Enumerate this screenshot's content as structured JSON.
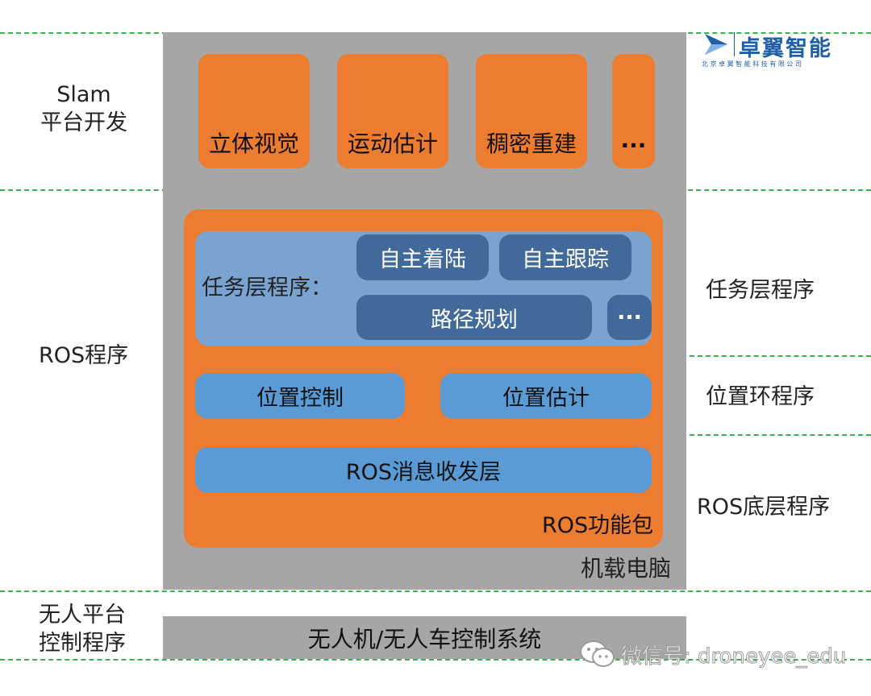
{
  "logo": {
    "name": "卓翼智能",
    "subtitle": "北 京 卓 翼 智 能 科 技 有 限 公 司"
  },
  "layers": {
    "slam": [
      "Slam",
      "平台开发"
    ],
    "ros": "ROS程序",
    "platform": [
      "无人平台",
      "控制程序"
    ]
  },
  "right_labels": {
    "task": "任务层程序",
    "position": "位置环程序",
    "base": "ROS底层程序"
  },
  "slam_modules": [
    "立体视觉",
    "运动估计",
    "稠密重建",
    "···"
  ],
  "task_layer": {
    "title": "任务层程序：",
    "items": [
      "自主着陆",
      "自主跟踪",
      "路径规划",
      "···"
    ]
  },
  "position": {
    "control": "位置控制",
    "estimate": "位置估计"
  },
  "ros_msg": "ROS消息收发层",
  "ros_pkg": "ROS功能包",
  "onboard": "机载电脑",
  "control_system": "无人机/无人车控制系统",
  "watermark": "微信号: droneyee_edu"
}
